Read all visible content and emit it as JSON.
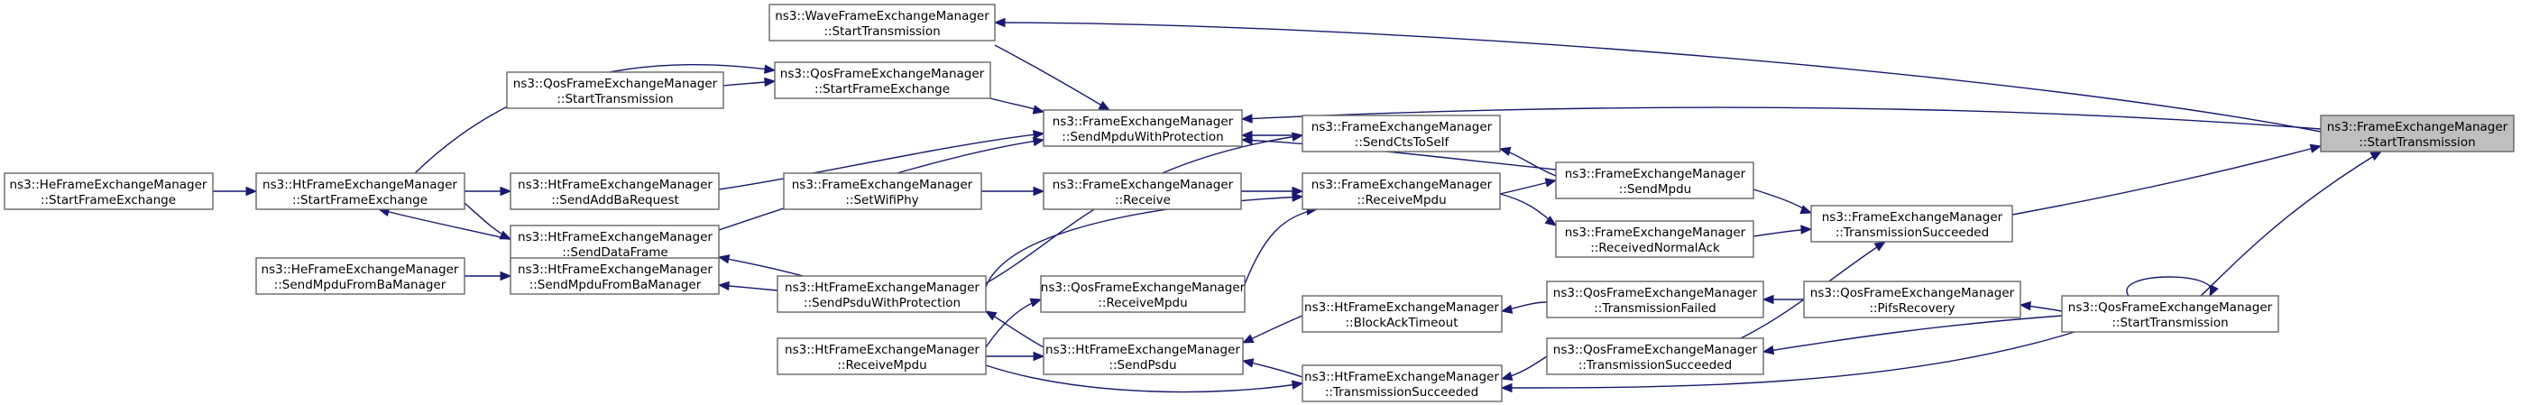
{
  "colors": {
    "edge": "#191970",
    "node_border": "#666666",
    "root_fill": "#bfbfbf",
    "node_fill": "#ffffff"
  },
  "nodes": {
    "fem_start": {
      "line1": "ns3::FrameExchangeManager",
      "line2": "::StartTransmission"
    },
    "wave_start": {
      "line1": "ns3::WaveFrameExchangeManager",
      "line2": "::StartTransmission"
    },
    "fem_mpdu_prot": {
      "line1": "ns3::FrameExchangeManager",
      "line2": "::SendMpduWithProtection"
    },
    "qos_sfe": {
      "line1": "ns3::QosFrameExchangeManager",
      "line2": "::StartFrameExchange"
    },
    "qos_st_small": {
      "line1": "ns3::QosFrameExchangeManager",
      "line2": "::StartTransmission"
    },
    "ht_addba": {
      "line1": "ns3::HtFrameExchangeManager",
      "line2": "::SendAddBaRequest"
    },
    "ht_sfe": {
      "line1": "ns3::HtFrameExchangeManager",
      "line2": "::StartFrameExchange"
    },
    "he_sfe": {
      "line1": "ns3::HeFrameExchangeManager",
      "line2": "::StartFrameExchange"
    },
    "ht_data": {
      "line1": "ns3::HtFrameExchangeManager",
      "line2": "::SendDataFrame"
    },
    "fem_setwifi": {
      "line1": "ns3::FrameExchangeManager",
      "line2": "::SetWifiPhy"
    },
    "fem_receive": {
      "line1": "ns3::FrameExchangeManager",
      "line2": "::Receive"
    },
    "fem_cts": {
      "line1": "ns3::FrameExchangeManager",
      "line2": "::SendCtsToSelf"
    },
    "fem_sendmpdu": {
      "line1": "ns3::FrameExchangeManager",
      "line2": "::SendMpdu"
    },
    "fem_recvmpdu": {
      "line1": "ns3::FrameExchangeManager",
      "line2": "::ReceiveMpdu"
    },
    "fem_normalack": {
      "line1": "ns3::FrameExchangeManager",
      "line2": "::ReceivedNormalAck"
    },
    "fem_txsucc": {
      "line1": "ns3::FrameExchangeManager",
      "line2": "::TransmissionSucceeded"
    },
    "he_ba": {
      "line1": "ns3::HeFrameExchangeManager",
      "line2": "::SendMpduFromBaManager"
    },
    "ht_ba": {
      "line1": "ns3::HtFrameExchangeManager",
      "line2": "::SendMpduFromBaManager"
    },
    "ht_psdu_prot": {
      "line1": "ns3::HtFrameExchangeManager",
      "line2": "::SendPsduWithProtection"
    },
    "qos_recvmpdu": {
      "line1": "ns3::QosFrameExchangeManager",
      "line2": "::ReceiveMpdu"
    },
    "ht_recvmpdu": {
      "line1": "ns3::HtFrameExchangeManager",
      "line2": "::ReceiveMpdu"
    },
    "ht_sendpsdu": {
      "line1": "ns3::HtFrameExchangeManager",
      "line2": "::SendPsdu"
    },
    "ht_blockack": {
      "line1": "ns3::HtFrameExchangeManager",
      "line2": "::BlockAckTimeout"
    },
    "ht_txsucc": {
      "line1": "ns3::HtFrameExchangeManager",
      "line2": "::TransmissionSucceeded"
    },
    "qos_txfail": {
      "line1": "ns3::QosFrameExchangeManager",
      "line2": "::TransmissionFailed"
    },
    "qos_txsucc": {
      "line1": "ns3::QosFrameExchangeManager",
      "line2": "::TransmissionSucceeded"
    },
    "qos_pifs": {
      "line1": "ns3::QosFrameExchangeManager",
      "line2": "::PifsRecovery"
    },
    "qos_start": {
      "line1": "ns3::QosFrameExchangeManager",
      "line2": "::StartTransmission"
    }
  }
}
